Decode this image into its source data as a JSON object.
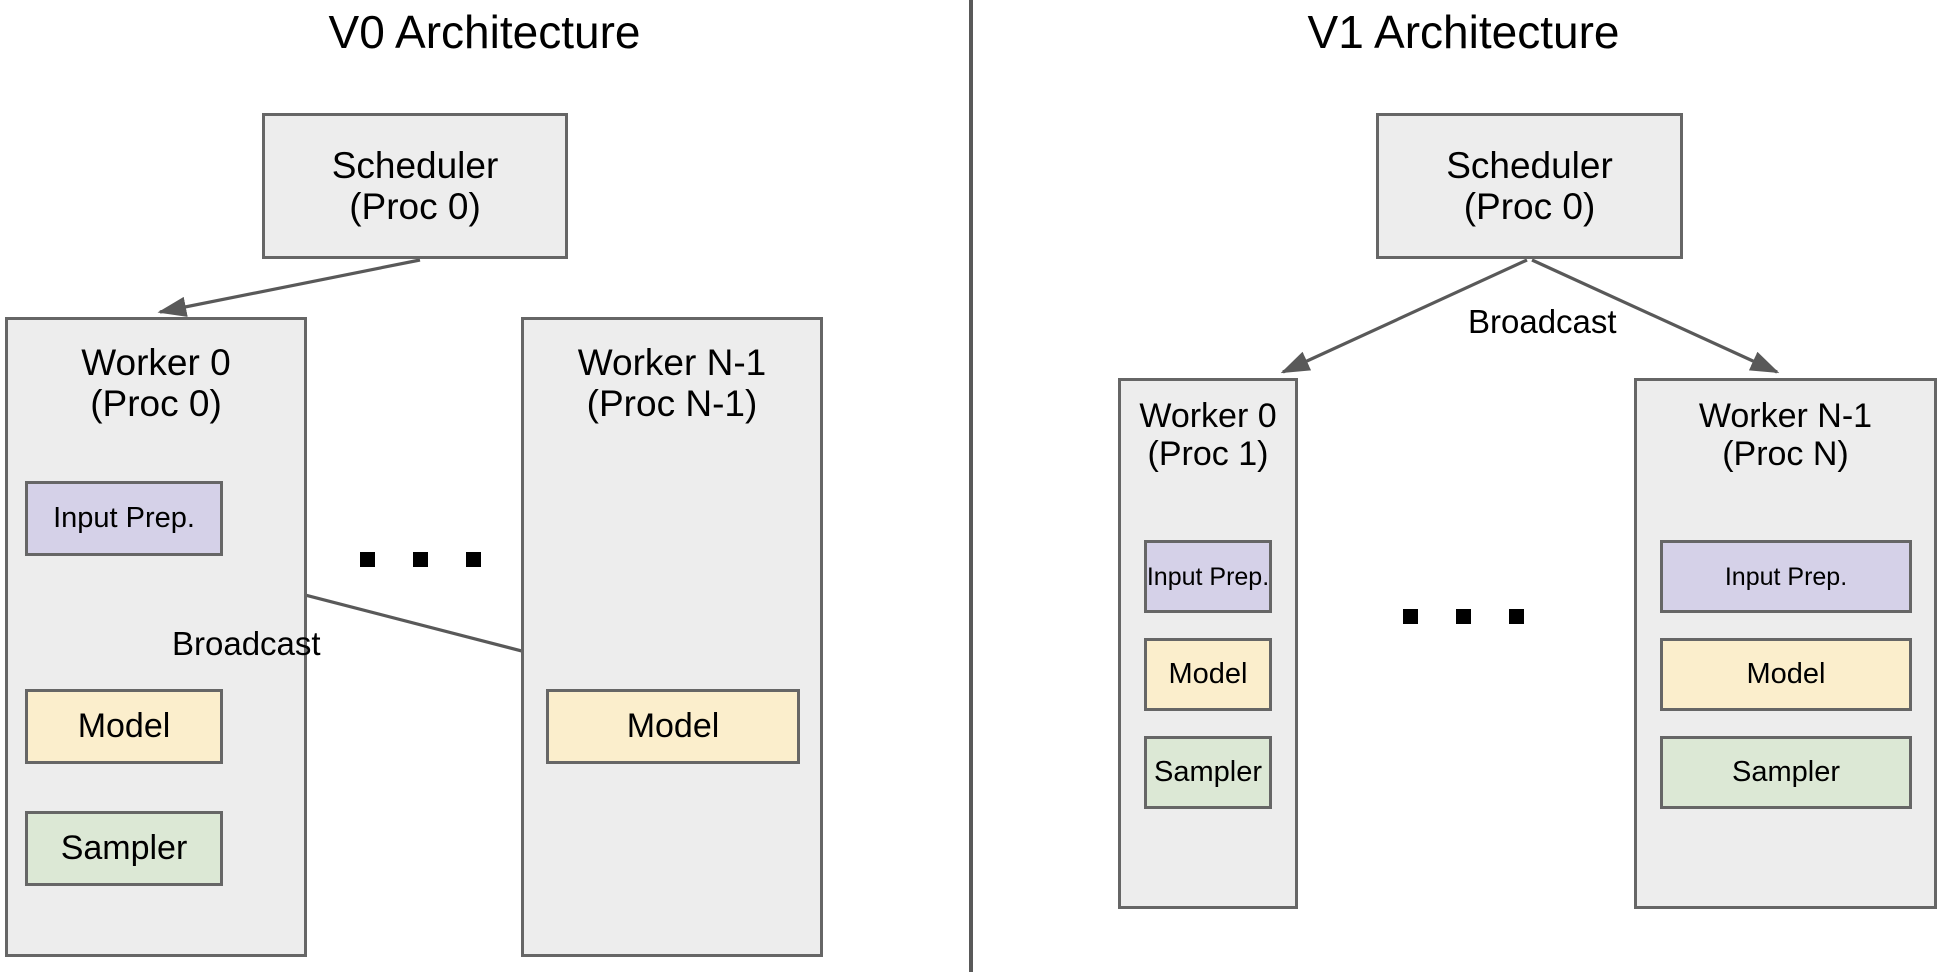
{
  "figure": {
    "kind": "architecture-comparison-diagram",
    "divider_color": "#595959",
    "colors": {
      "container_fill": "#ededed",
      "input_prep_fill": "#d5d1e8",
      "model_fill": "#fbeecc",
      "sampler_fill": "#dce8d5",
      "border": "#666666",
      "arrow": "#595959",
      "text": "#000000"
    }
  },
  "panels": [
    {
      "id": "v0",
      "title": "V0 Architecture",
      "scheduler": {
        "line1": "Scheduler",
        "line2": "(Proc 0)"
      },
      "ellipsis_dots": 3,
      "edge_label": "Broadcast",
      "workers": [
        {
          "id": "v0-worker-0",
          "line1": "Worker 0",
          "line2": "(Proc 0)",
          "components": [
            "Input Prep.",
            "Model",
            "Sampler"
          ]
        },
        {
          "id": "v0-worker-n1",
          "line1": "Worker N-1",
          "line2": "(Proc N-1)",
          "components": [
            "Model"
          ]
        }
      ]
    },
    {
      "id": "v1",
      "title": "V1 Architecture",
      "scheduler": {
        "line1": "Scheduler",
        "line2": "(Proc 0)"
      },
      "ellipsis_dots": 3,
      "edge_label": "Broadcast",
      "workers": [
        {
          "id": "v1-worker-0",
          "line1": "Worker 0",
          "line2": "(Proc 1)",
          "components": [
            "Input Prep.",
            "Model",
            "Sampler"
          ]
        },
        {
          "id": "v1-worker-n1",
          "line1": "Worker N-1",
          "line2": "(Proc N)",
          "components": [
            "Input Prep.",
            "Model",
            "Sampler"
          ]
        }
      ]
    }
  ]
}
